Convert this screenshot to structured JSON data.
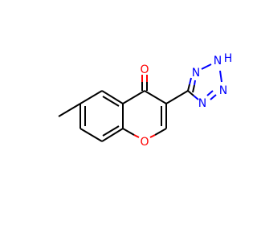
{
  "molecule": {
    "atoms": {
      "carbonyl_oxygen": {
        "symbol": "O",
        "color": "#ff0000"
      },
      "ring_oxygen": {
        "symbol": "O",
        "color": "#ff0000"
      },
      "tetrazole_n1": {
        "symbol": "N",
        "color": "#0000ff"
      },
      "tetrazole_n2h": {
        "symbol": "N",
        "color": "#0000ff",
        "hydrogen": "H"
      },
      "tetrazole_n3": {
        "symbol": "N",
        "color": "#0000ff"
      },
      "tetrazole_n4": {
        "symbol": "N",
        "color": "#0000ff"
      }
    },
    "bond_color": "#000000"
  }
}
